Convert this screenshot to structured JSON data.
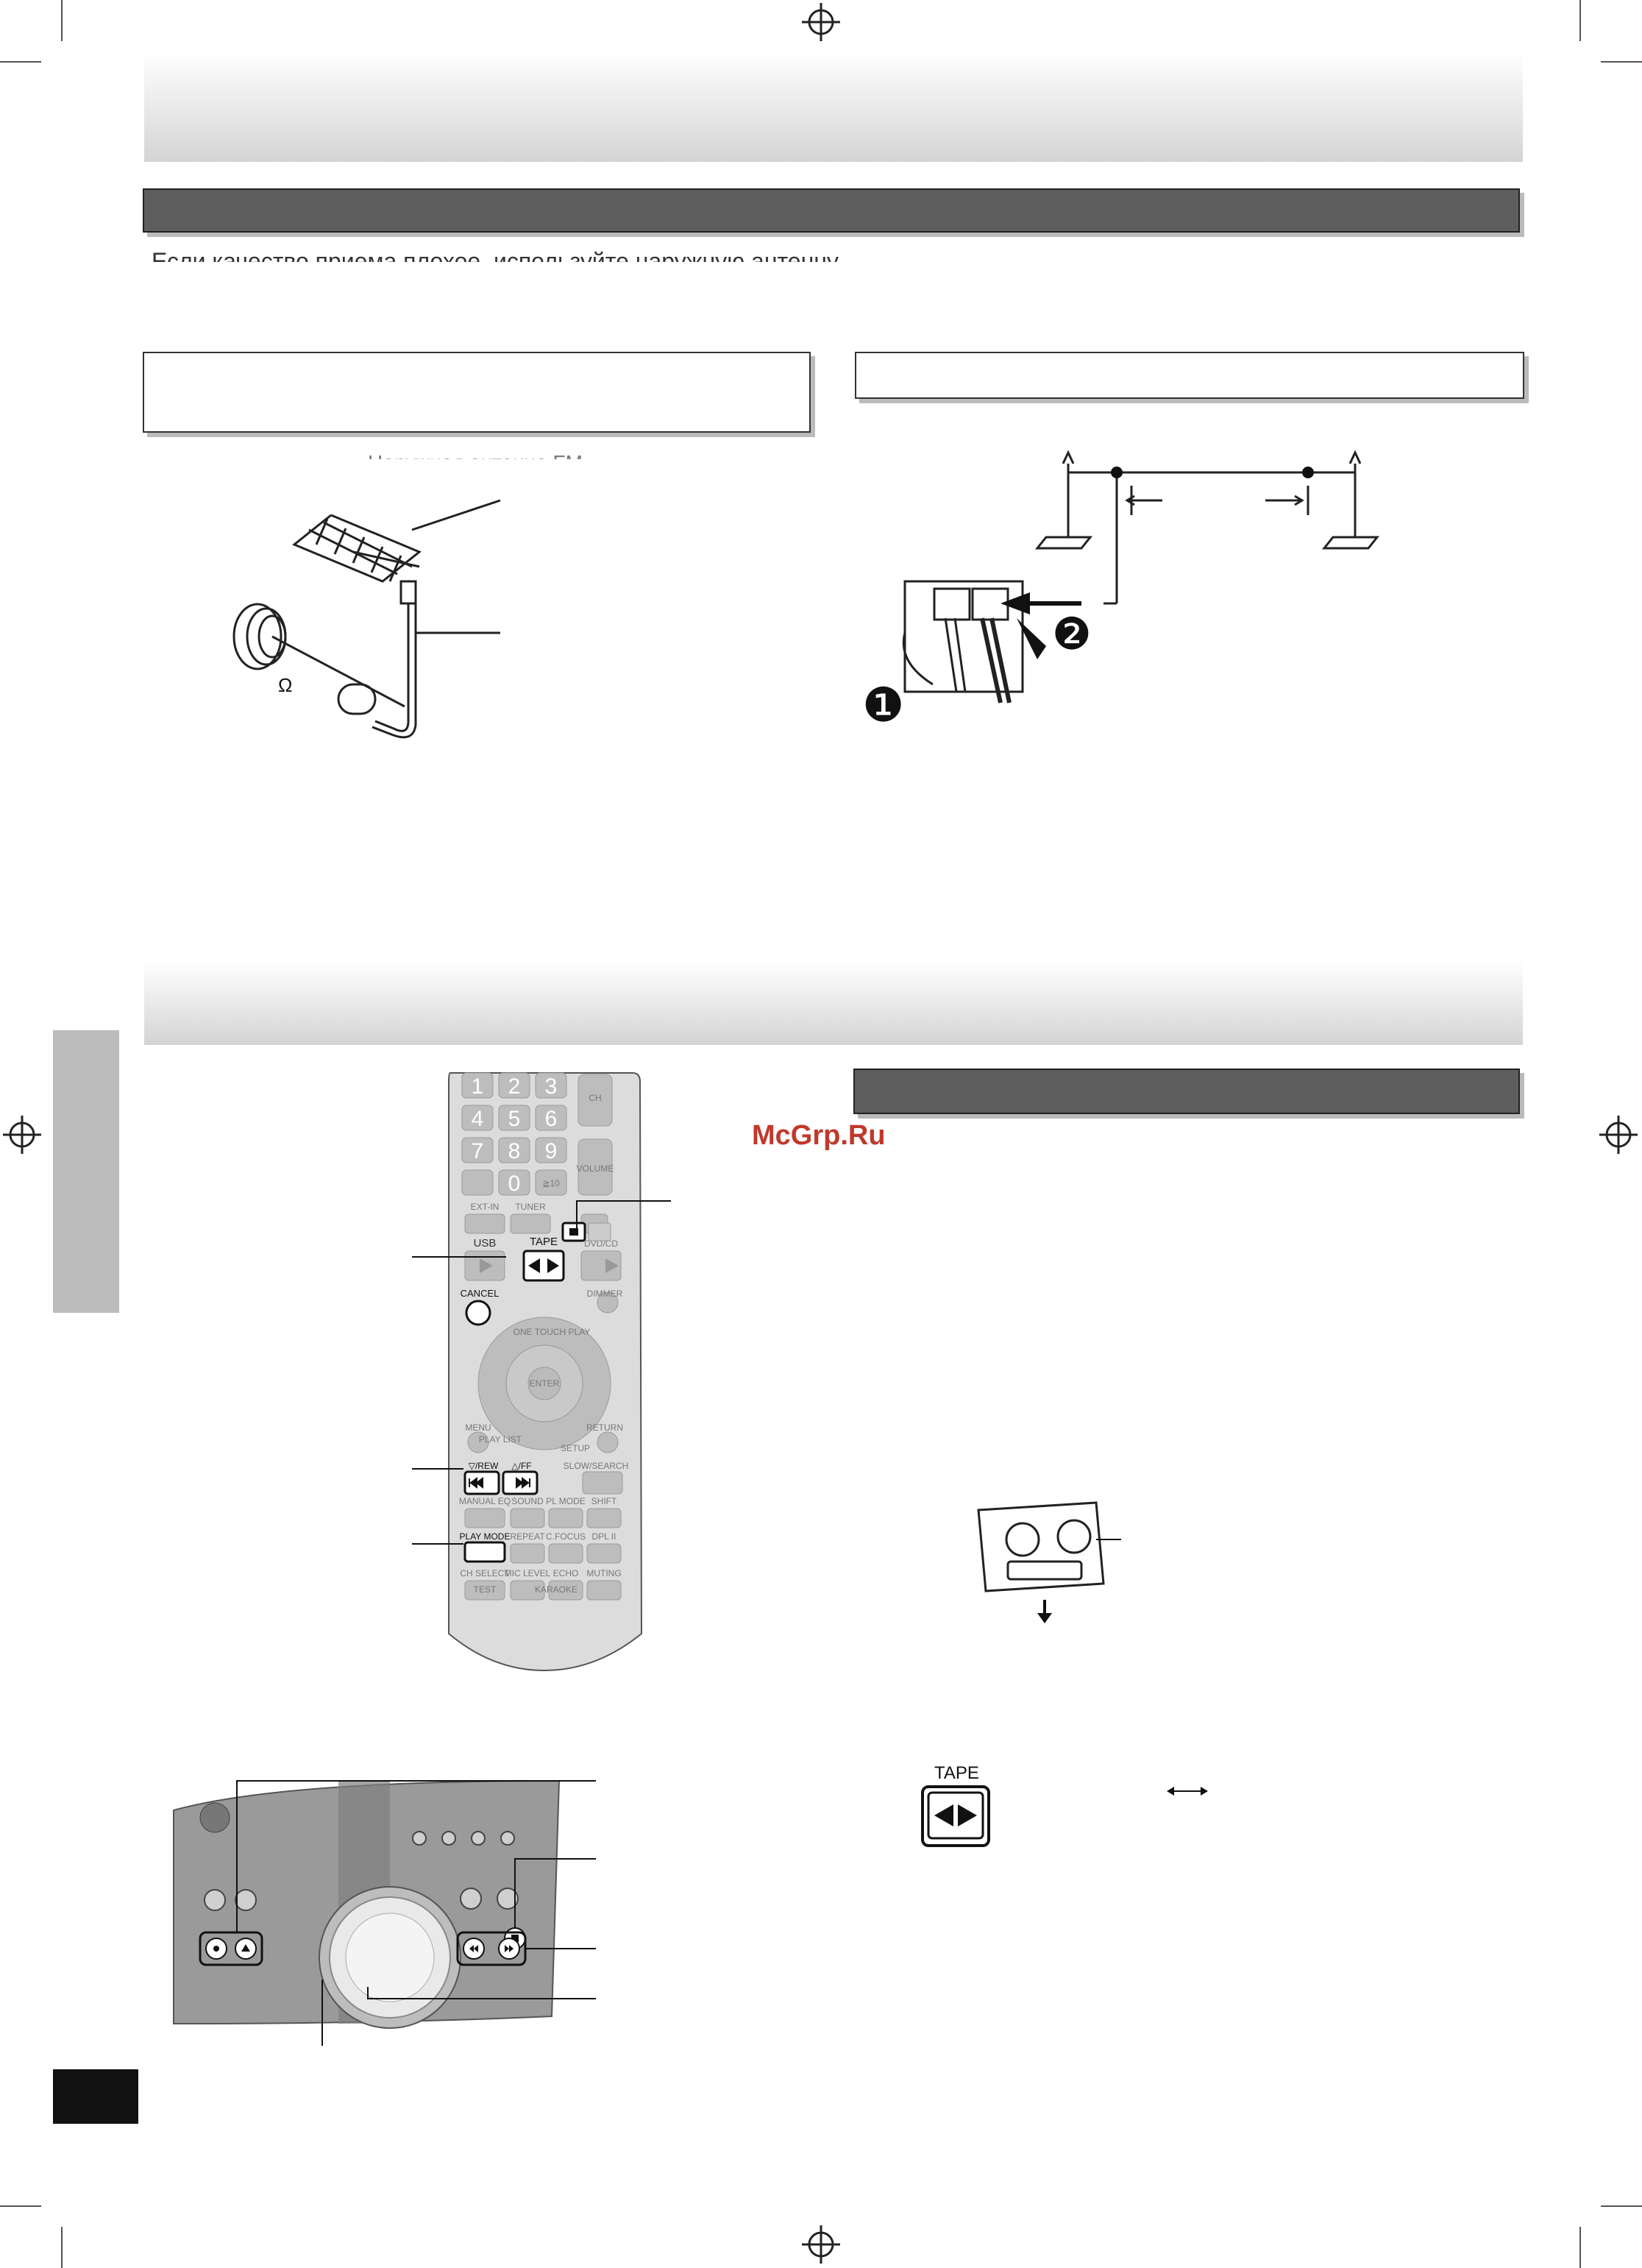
{
  "section1": {
    "intro_text": "Если качество приема плохое, используйте наружную антенну.",
    "fm_caption": "Наружная антенна FM",
    "ohm_symbol": "Ω"
  },
  "section2": {
    "watermark": "McGrp.Ru"
  },
  "remote": {
    "digits": [
      "1",
      "2",
      "3",
      "4",
      "5",
      "6",
      "7",
      "8",
      "9",
      "0"
    ],
    "ch_label": "CH",
    "volume_label": "VOLUME",
    "ten_label": "≧10",
    "ext_in": "EXT-IN",
    "tuner": "TUNER",
    "usb": "USB",
    "tape": "TAPE",
    "dvd_cd": "DVD/CD",
    "cancel": "CANCEL",
    "dimmer": "DIMMER",
    "one_touch_play": "ONE TOUCH PLAY",
    "enter": "ENTER",
    "menu": "MENU",
    "return": "RETURN",
    "play_list": "PLAY LIST",
    "setup": "SETUP",
    "rew": "▽/REW",
    "ff": "△/FF",
    "slow_search": "SLOW/SEARCH",
    "manual_eq": "MANUAL EQ",
    "sound": "SOUND",
    "pl_mode": "PL MODE",
    "sfx": "SHIFT",
    "play_mode": "PLAY MODE",
    "repeat": "REPEAT",
    "c_focus": "C.FOCUS",
    "dolby_pl": "DPL II",
    "ch_select": "CH SELECT",
    "mic_level": "MIC LEVEL",
    "echo": "ECHO",
    "muting": "MUTING",
    "test": "TEST",
    "karaoke": "KARAOKE"
  },
  "tape_button": {
    "label": "TAPE"
  },
  "callouts": {
    "step1": "❶",
    "step2": "❷"
  }
}
